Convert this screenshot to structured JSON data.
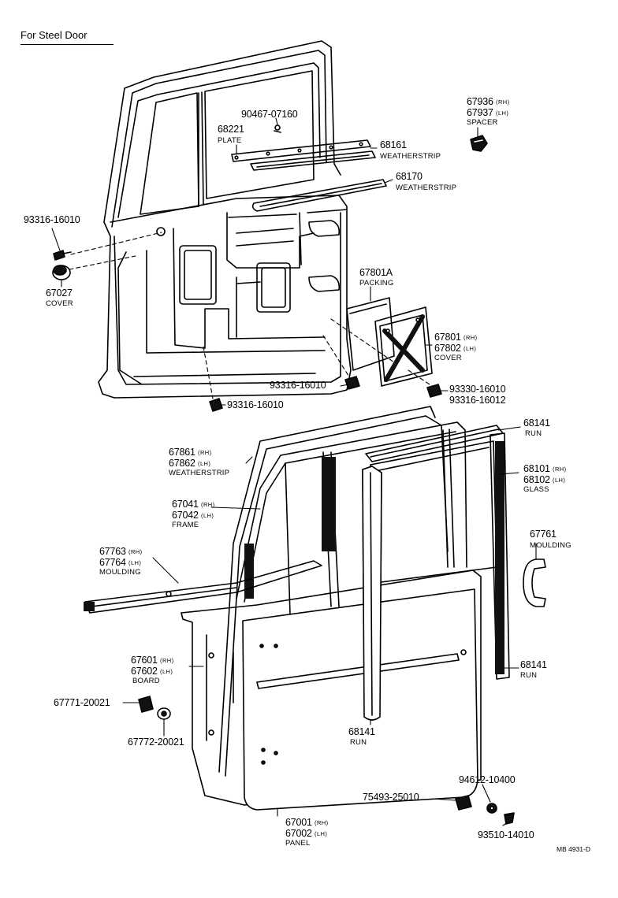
{
  "header": {
    "title": "For Steel Door"
  },
  "reference": "MB 4931-D",
  "side_tags": {
    "rh": "(RH)",
    "lh": "(LH)"
  },
  "parts": {
    "bolt_90467_07160": {
      "number": "90467-07160"
    },
    "plate": {
      "number": "68221",
      "name": "PLATE"
    },
    "weatherstrip_68161": {
      "number": "68161",
      "name": "WEATHERSTRIP"
    },
    "weatherstrip_68170": {
      "number": "68170",
      "name": "WEATHERSTRIP"
    },
    "spacer": {
      "number_rh": "67936",
      "number_lh": "67937",
      "name": "SPACER"
    },
    "screw_93316_16010_a": {
      "number": "93316-16010"
    },
    "cover_67027": {
      "number": "67027",
      "name": "COVER"
    },
    "packing": {
      "number": "67801A",
      "name": "PACKING"
    },
    "cover_67801": {
      "number_rh": "67801",
      "number_lh": "67802",
      "name": "COVER"
    },
    "screw_93316_16010_b": {
      "number": "93316-16010"
    },
    "screw_93330": {
      "number": "93330-16010",
      "alt_number": "93316-16012"
    },
    "screw_93316_16010_c": {
      "number": "93316-16010"
    },
    "run_68141_top": {
      "number": "68141",
      "name": "RUN"
    },
    "weatherstrip_67861": {
      "number_rh": "67861",
      "number_lh": "67862",
      "name": "WEATHERSTRIP"
    },
    "glass": {
      "number_rh": "68101",
      "number_lh": "68102",
      "name": "GLASS"
    },
    "frame": {
      "number_rh": "67041",
      "number_lh": "67042",
      "name": "FRAME"
    },
    "moulding_67761": {
      "number": "67761",
      "name": "MOULDING"
    },
    "moulding_67763": {
      "number_rh": "67763",
      "number_lh": "67764",
      "name": "MOULDING"
    },
    "board": {
      "number_rh": "67601",
      "number_lh": "67602",
      "name": "BOARD"
    },
    "run_68141_right": {
      "number": "68141",
      "name": "RUN"
    },
    "clip_67771": {
      "number": "67771-20021"
    },
    "clip_67772": {
      "number": "67772-20021"
    },
    "run_68141_center": {
      "number": "68141",
      "name": "RUN"
    },
    "washer_94612": {
      "number": "94612-10400"
    },
    "item_75493": {
      "number": "75493-25010"
    },
    "panel": {
      "number_rh": "67001",
      "number_lh": "67002",
      "name": "PANEL"
    },
    "screw_93510": {
      "number": "93510-14010"
    }
  }
}
